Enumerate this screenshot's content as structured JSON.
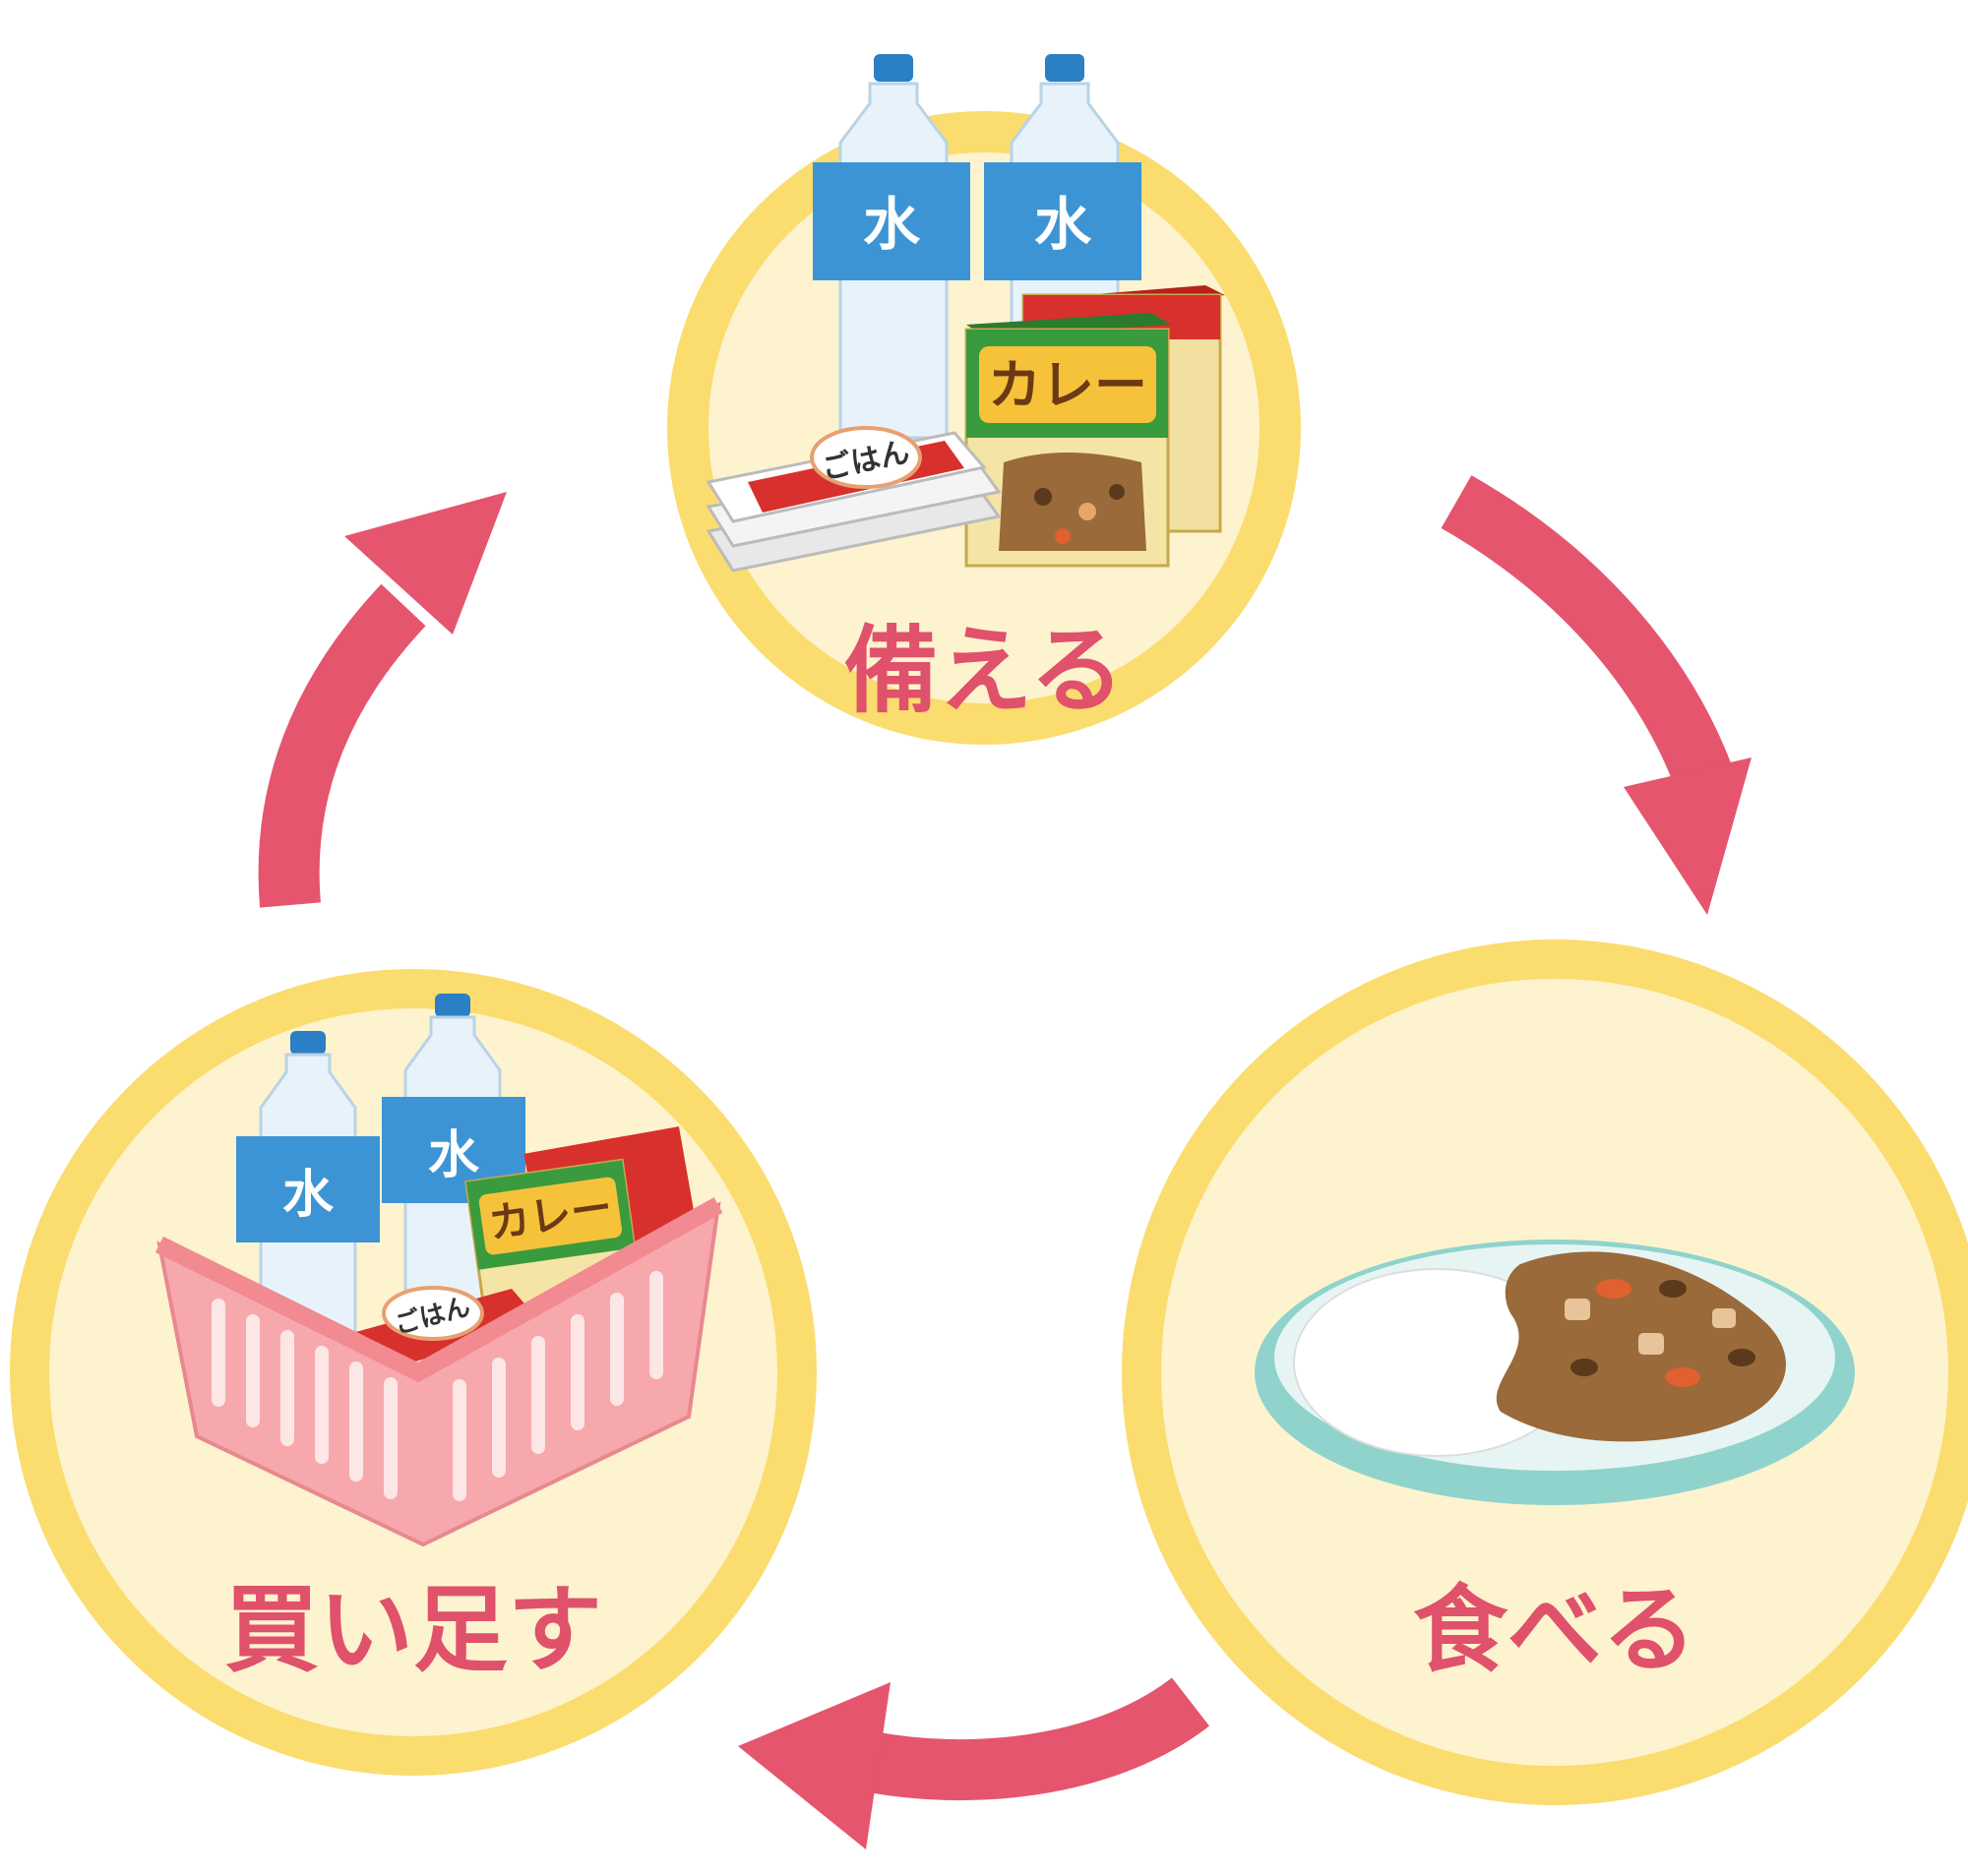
{
  "colors": {
    "ring": "#fbdc6e",
    "disc": "#fdf3cf",
    "arrow": "#e5556e",
    "label": "#e0516b",
    "bottle": "#e8f2fa",
    "bottle_label": "#3d94d4",
    "cap": "#2b7fc4",
    "curry_box": "#3a9a3e",
    "curry_box_top": "#d8302c",
    "curry_sauce": "#9a6a3a",
    "rice": "#ffffff",
    "plate": "#8fd3cc",
    "basket": "#f7a8ad"
  },
  "stages": [
    {
      "id": "prepare",
      "label": "備える"
    },
    {
      "id": "eat",
      "label": "食べる"
    },
    {
      "id": "restock",
      "label": "買い足す"
    }
  ],
  "water_label": "水",
  "curry_label": "カレー",
  "rice_label": "ごはん",
  "icons": [
    "water-bottle-icon",
    "curry-box-icon",
    "rice-pack-icon",
    "curry-rice-plate-icon",
    "shopping-basket-icon",
    "cycle-arrow-icon"
  ]
}
